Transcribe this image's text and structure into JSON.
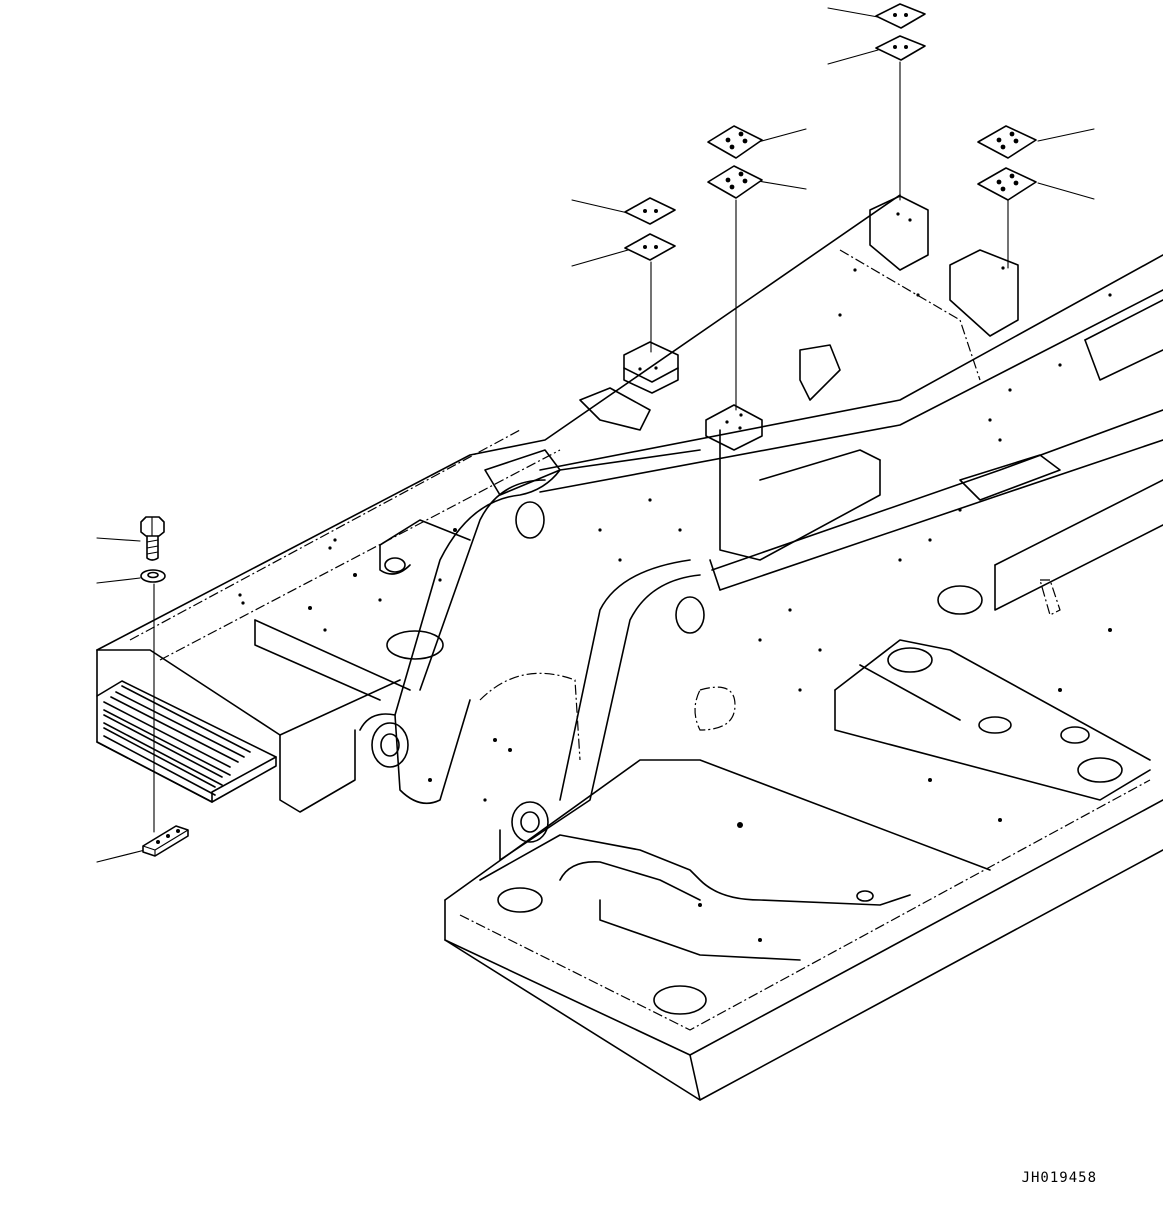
{
  "figure": {
    "code": "JH019458"
  },
  "parts": [
    {
      "name": "shim-plate-2-hole-top",
      "icon": "shim-plate-icon"
    },
    {
      "name": "shim-plate-2-hole-second",
      "icon": "shim-plate-icon"
    },
    {
      "name": "shim-plate-4-hole-center-upper",
      "icon": "shim-plate-icon"
    },
    {
      "name": "shim-plate-4-hole-center-lower",
      "icon": "shim-plate-icon"
    },
    {
      "name": "shim-plate-4-hole-right-upper",
      "icon": "shim-plate-icon"
    },
    {
      "name": "shim-plate-4-hole-right-lower",
      "icon": "shim-plate-icon"
    },
    {
      "name": "shim-plate-2-hole-left-upper",
      "icon": "shim-plate-icon"
    },
    {
      "name": "shim-plate-2-hole-left-lower",
      "icon": "shim-plate-icon"
    },
    {
      "name": "bolt",
      "icon": "bolt-icon"
    },
    {
      "name": "washer",
      "icon": "washer-icon"
    },
    {
      "name": "nut-plate",
      "icon": "nut-plate-icon"
    },
    {
      "name": "step",
      "icon": "step-icon"
    }
  ]
}
